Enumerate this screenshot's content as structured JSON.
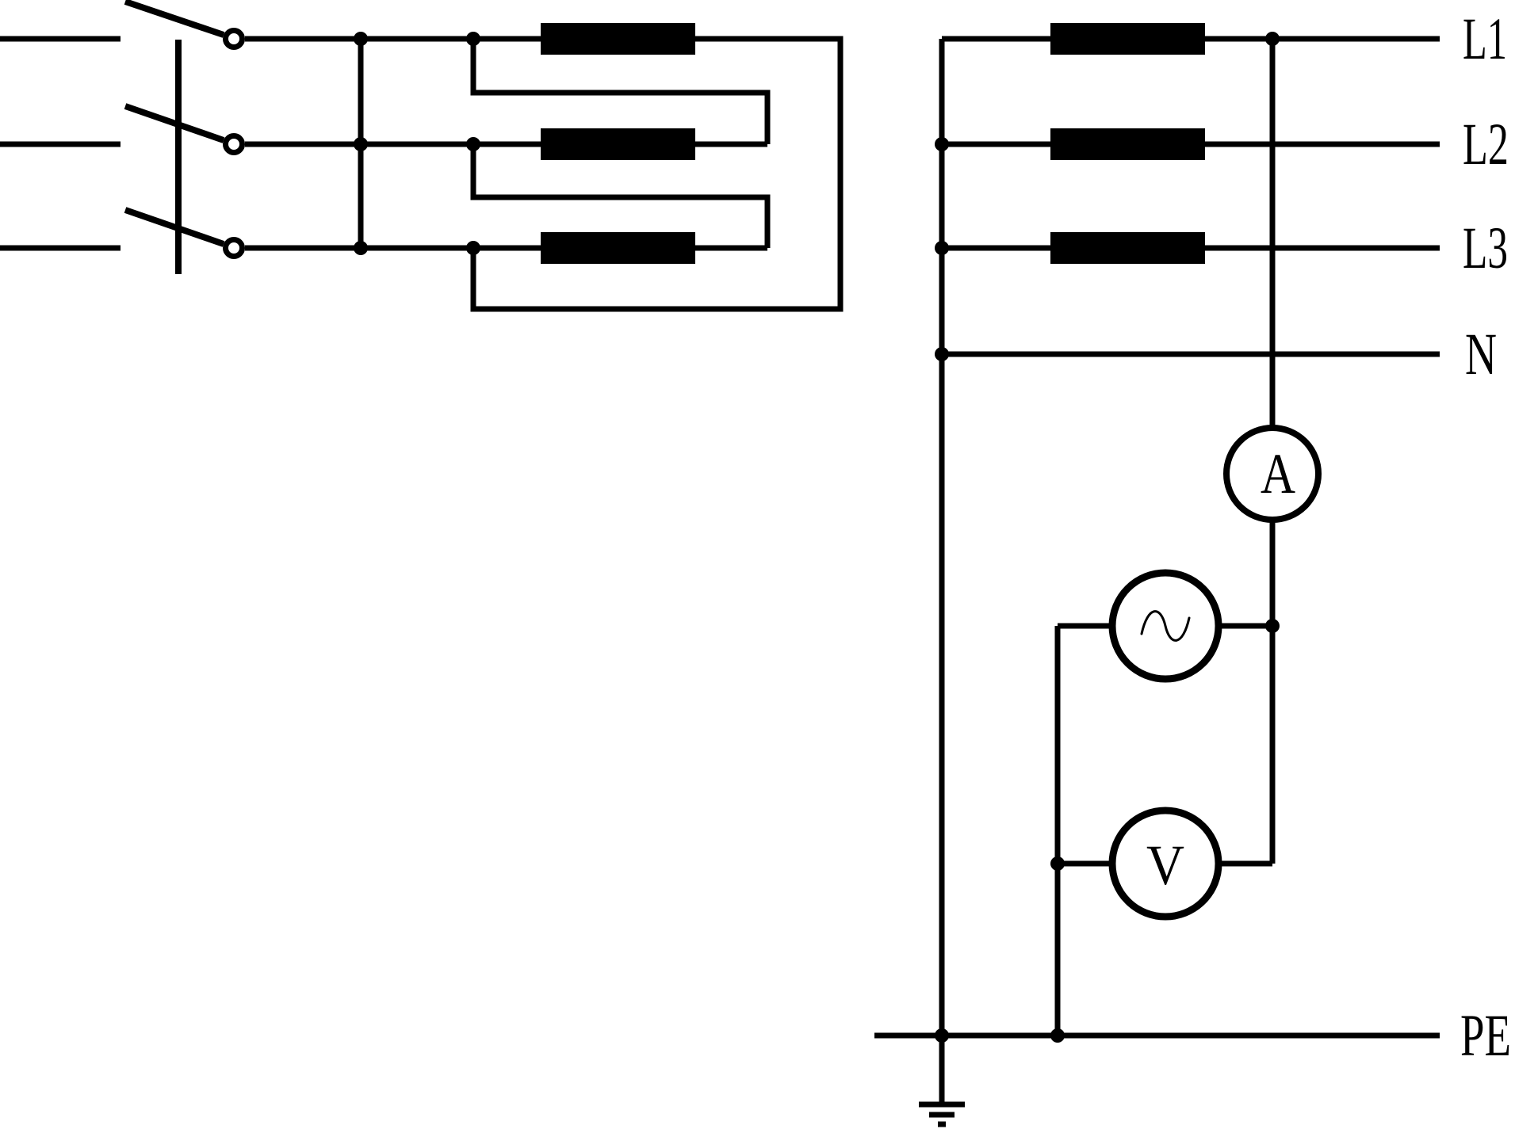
{
  "schematic": {
    "background_color": "#ffffff",
    "ink_color": "#000000",
    "terminals": {
      "l1": "L1",
      "l2": "L2",
      "l3": "L3",
      "n": "N",
      "pe": "PE"
    },
    "instruments": {
      "ammeter": "A",
      "voltmeter": "V",
      "source_symbol": "sine-wave"
    },
    "components": {
      "switch": "three-pole-disconnector",
      "left_fuse_count": 3,
      "right_fuse_count": 3,
      "source": "ac-source",
      "earth": "protective-earth-ground"
    }
  }
}
